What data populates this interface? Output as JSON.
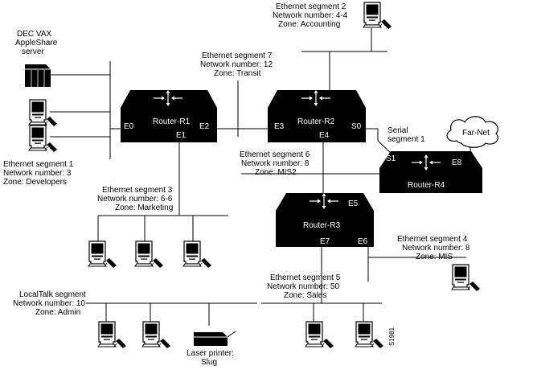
{
  "segments": {
    "seg1": [
      "Ethernet segment 1",
      "Network number: 3",
      "Zone: Developers"
    ],
    "seg2": [
      "Ethernet segment 2",
      "Network number: 4-4",
      "Zone: Accounting"
    ],
    "seg3": [
      "Ethernet segment 3",
      "Network number: 6-6",
      "Zone: Marketing"
    ],
    "seg4": [
      "Ethernet segment 4",
      "Network number: 8",
      "Zone: MIS"
    ],
    "seg5": [
      "Ethernet segment 5",
      "Network number: 50",
      "Zone: Sales"
    ],
    "seg6": [
      "Ethernet segment 6",
      "Network number: 8",
      "Zone: MIS2"
    ],
    "seg7": [
      "Ethernet segment 7",
      "Network number: 12",
      "Zone: Transit"
    ],
    "localtalk": [
      "LocalTalk segment",
      "Network number: 10",
      "Zone: Admin"
    ],
    "serial": [
      "Serial",
      "segment 1"
    ]
  },
  "devices": {
    "vax": [
      "DEC VAX",
      "AppleShare",
      "server"
    ],
    "printer": [
      "Laser printer:",
      "Slug"
    ],
    "far_net": "Far-Net"
  },
  "routers": {
    "r1": {
      "name": "Router-R1",
      "ports": {
        "e0": "E0",
        "e1": "E1",
        "e2": "E2"
      }
    },
    "r2": {
      "name": "Router-R2",
      "ports": {
        "e3": "E3",
        "e4": "E4",
        "s0": "S0"
      }
    },
    "r3": {
      "name": "Router-R3",
      "ports": {
        "e5": "E5",
        "e6": "E6",
        "e7": "E7"
      }
    },
    "r4": {
      "name": "Router-R4",
      "ports": {
        "s1": "S1",
        "e8": "E8"
      }
    }
  },
  "figure_id": "S1981"
}
